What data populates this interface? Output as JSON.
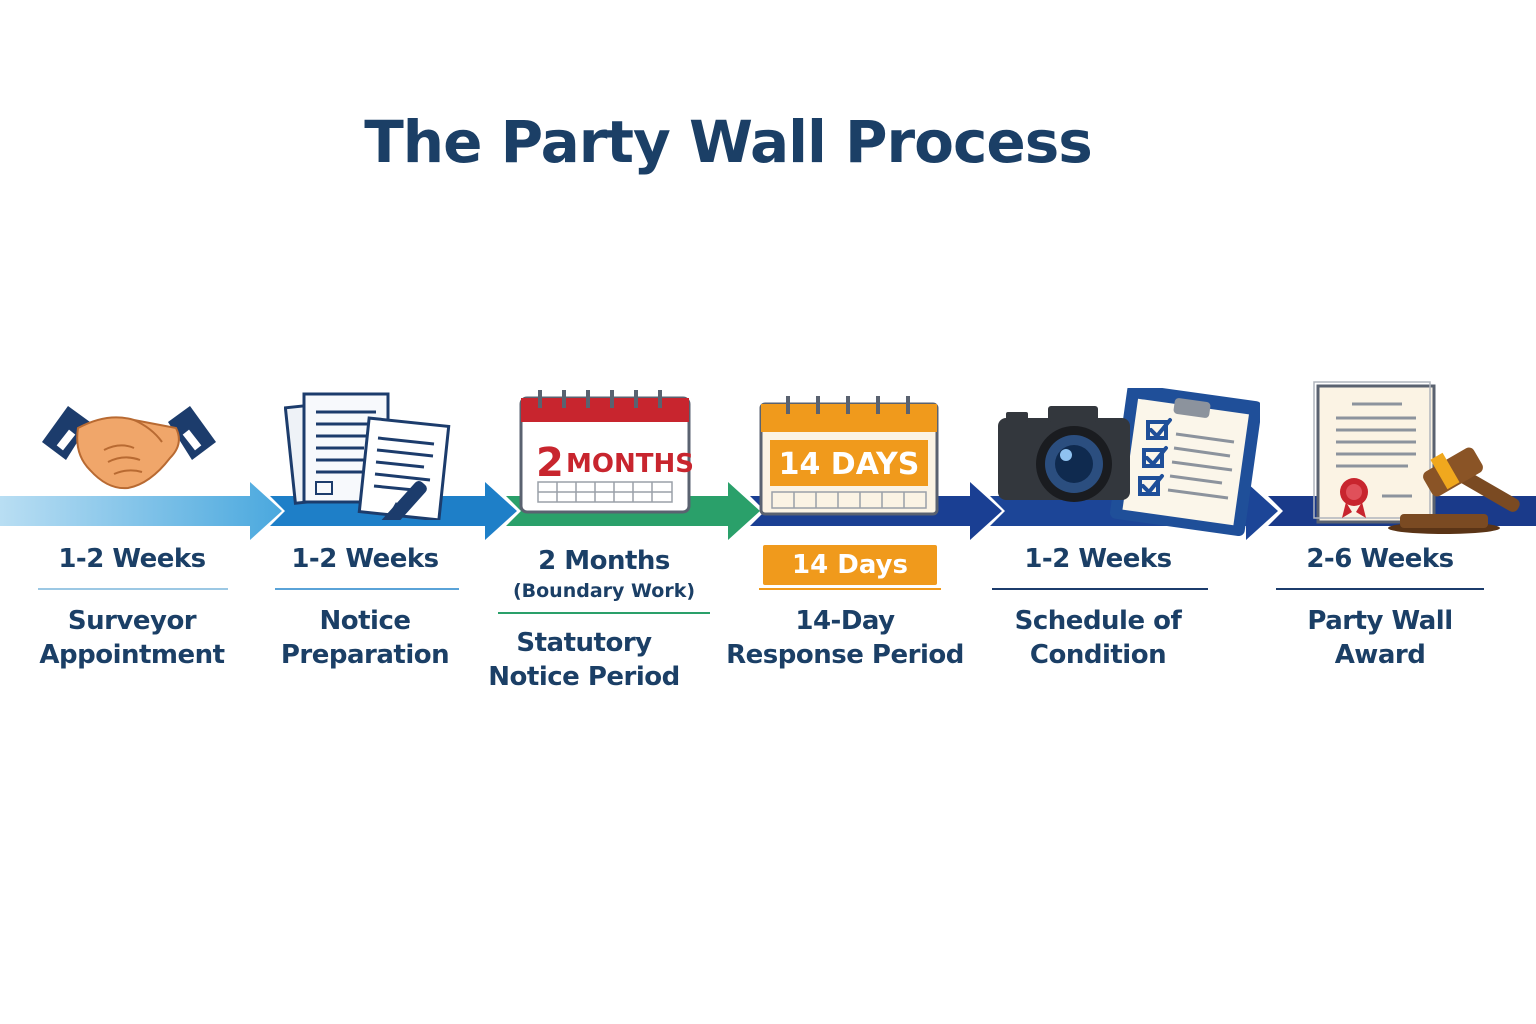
{
  "title": "The Party Wall Process",
  "colors": {
    "title": "#1b3f66",
    "arrow_light": "#7cc3ea",
    "arrow_mid": "#1e7fc8",
    "arrow_green": "#2aa06a",
    "arrow_dark": "#1a3f93",
    "orange": "#f09a1c",
    "red": "#c8252e"
  },
  "steps": [
    {
      "icon": "handshake-icon",
      "duration": "1-2 Weeks",
      "label_line1": "Surveyor",
      "label_line2": "Appointment"
    },
    {
      "icon": "documents-pen-icon",
      "duration": "1-2 Weeks",
      "label_line1": "Notice",
      "label_line2": "Preparation"
    },
    {
      "icon": "calendar-2-months-icon",
      "duration": "2 Months",
      "subduration": "(Boundary Work)",
      "calendar_number": "2",
      "calendar_text": "MONTHS",
      "label_line1": "Statutory",
      "label_line2": "Notice Period"
    },
    {
      "icon": "calendar-14-days-icon",
      "duration": "14 Days",
      "calendar_text": "14 DAYS",
      "label_line1": "14-Day",
      "label_line2": "Response Period"
    },
    {
      "icon": "camera-clipboard-icon",
      "duration": "1-2 Weeks",
      "label_line1": "Schedule of",
      "label_line2": "Condition"
    },
    {
      "icon": "certificate-gavel-icon",
      "duration": "2-6 Weeks",
      "label_line1": "Party Wall",
      "label_line2": "Award"
    }
  ]
}
